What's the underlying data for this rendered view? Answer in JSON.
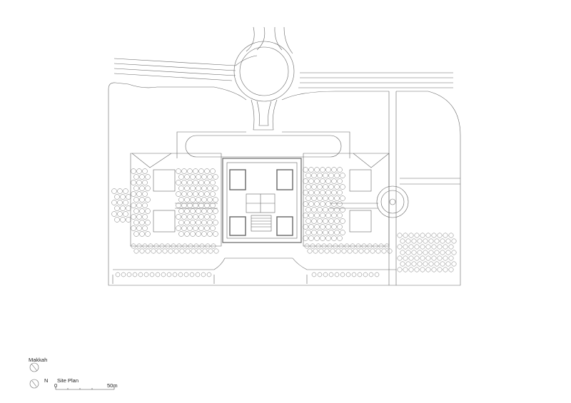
{
  "legend": {
    "orientation_label": "Makkah",
    "north_label": "N",
    "title": "Site Plan",
    "scale_start": "0",
    "scale_end": "50m"
  },
  "colors": {
    "line": "#555555",
    "light_line": "#9a9a9a",
    "background": "#ffffff"
  },
  "icons": [
    "compass-icon",
    "north-arrow-icon"
  ]
}
